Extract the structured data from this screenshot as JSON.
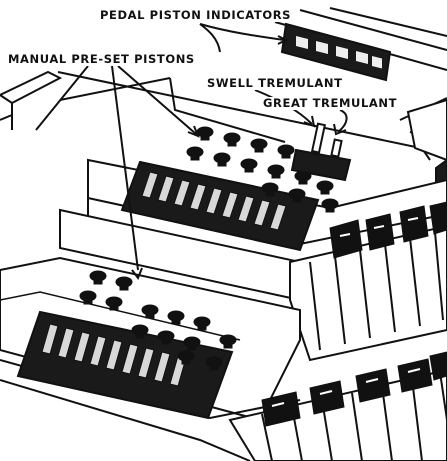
{
  "labels": {
    "pedal_piston_indicators": "PEDAL PISTON INDICATORS",
    "manual_preset_pistons": "MANUAL PRE-SET PISTONS",
    "swell_tremulant": "SWELL TREMULANT",
    "great_tremulant": "GREAT TREMULANT"
  },
  "colors": {
    "ink": "#111111",
    "paper": "#ffffff",
    "panel": "#1a1a1a",
    "light": "#dcdcdc"
  }
}
